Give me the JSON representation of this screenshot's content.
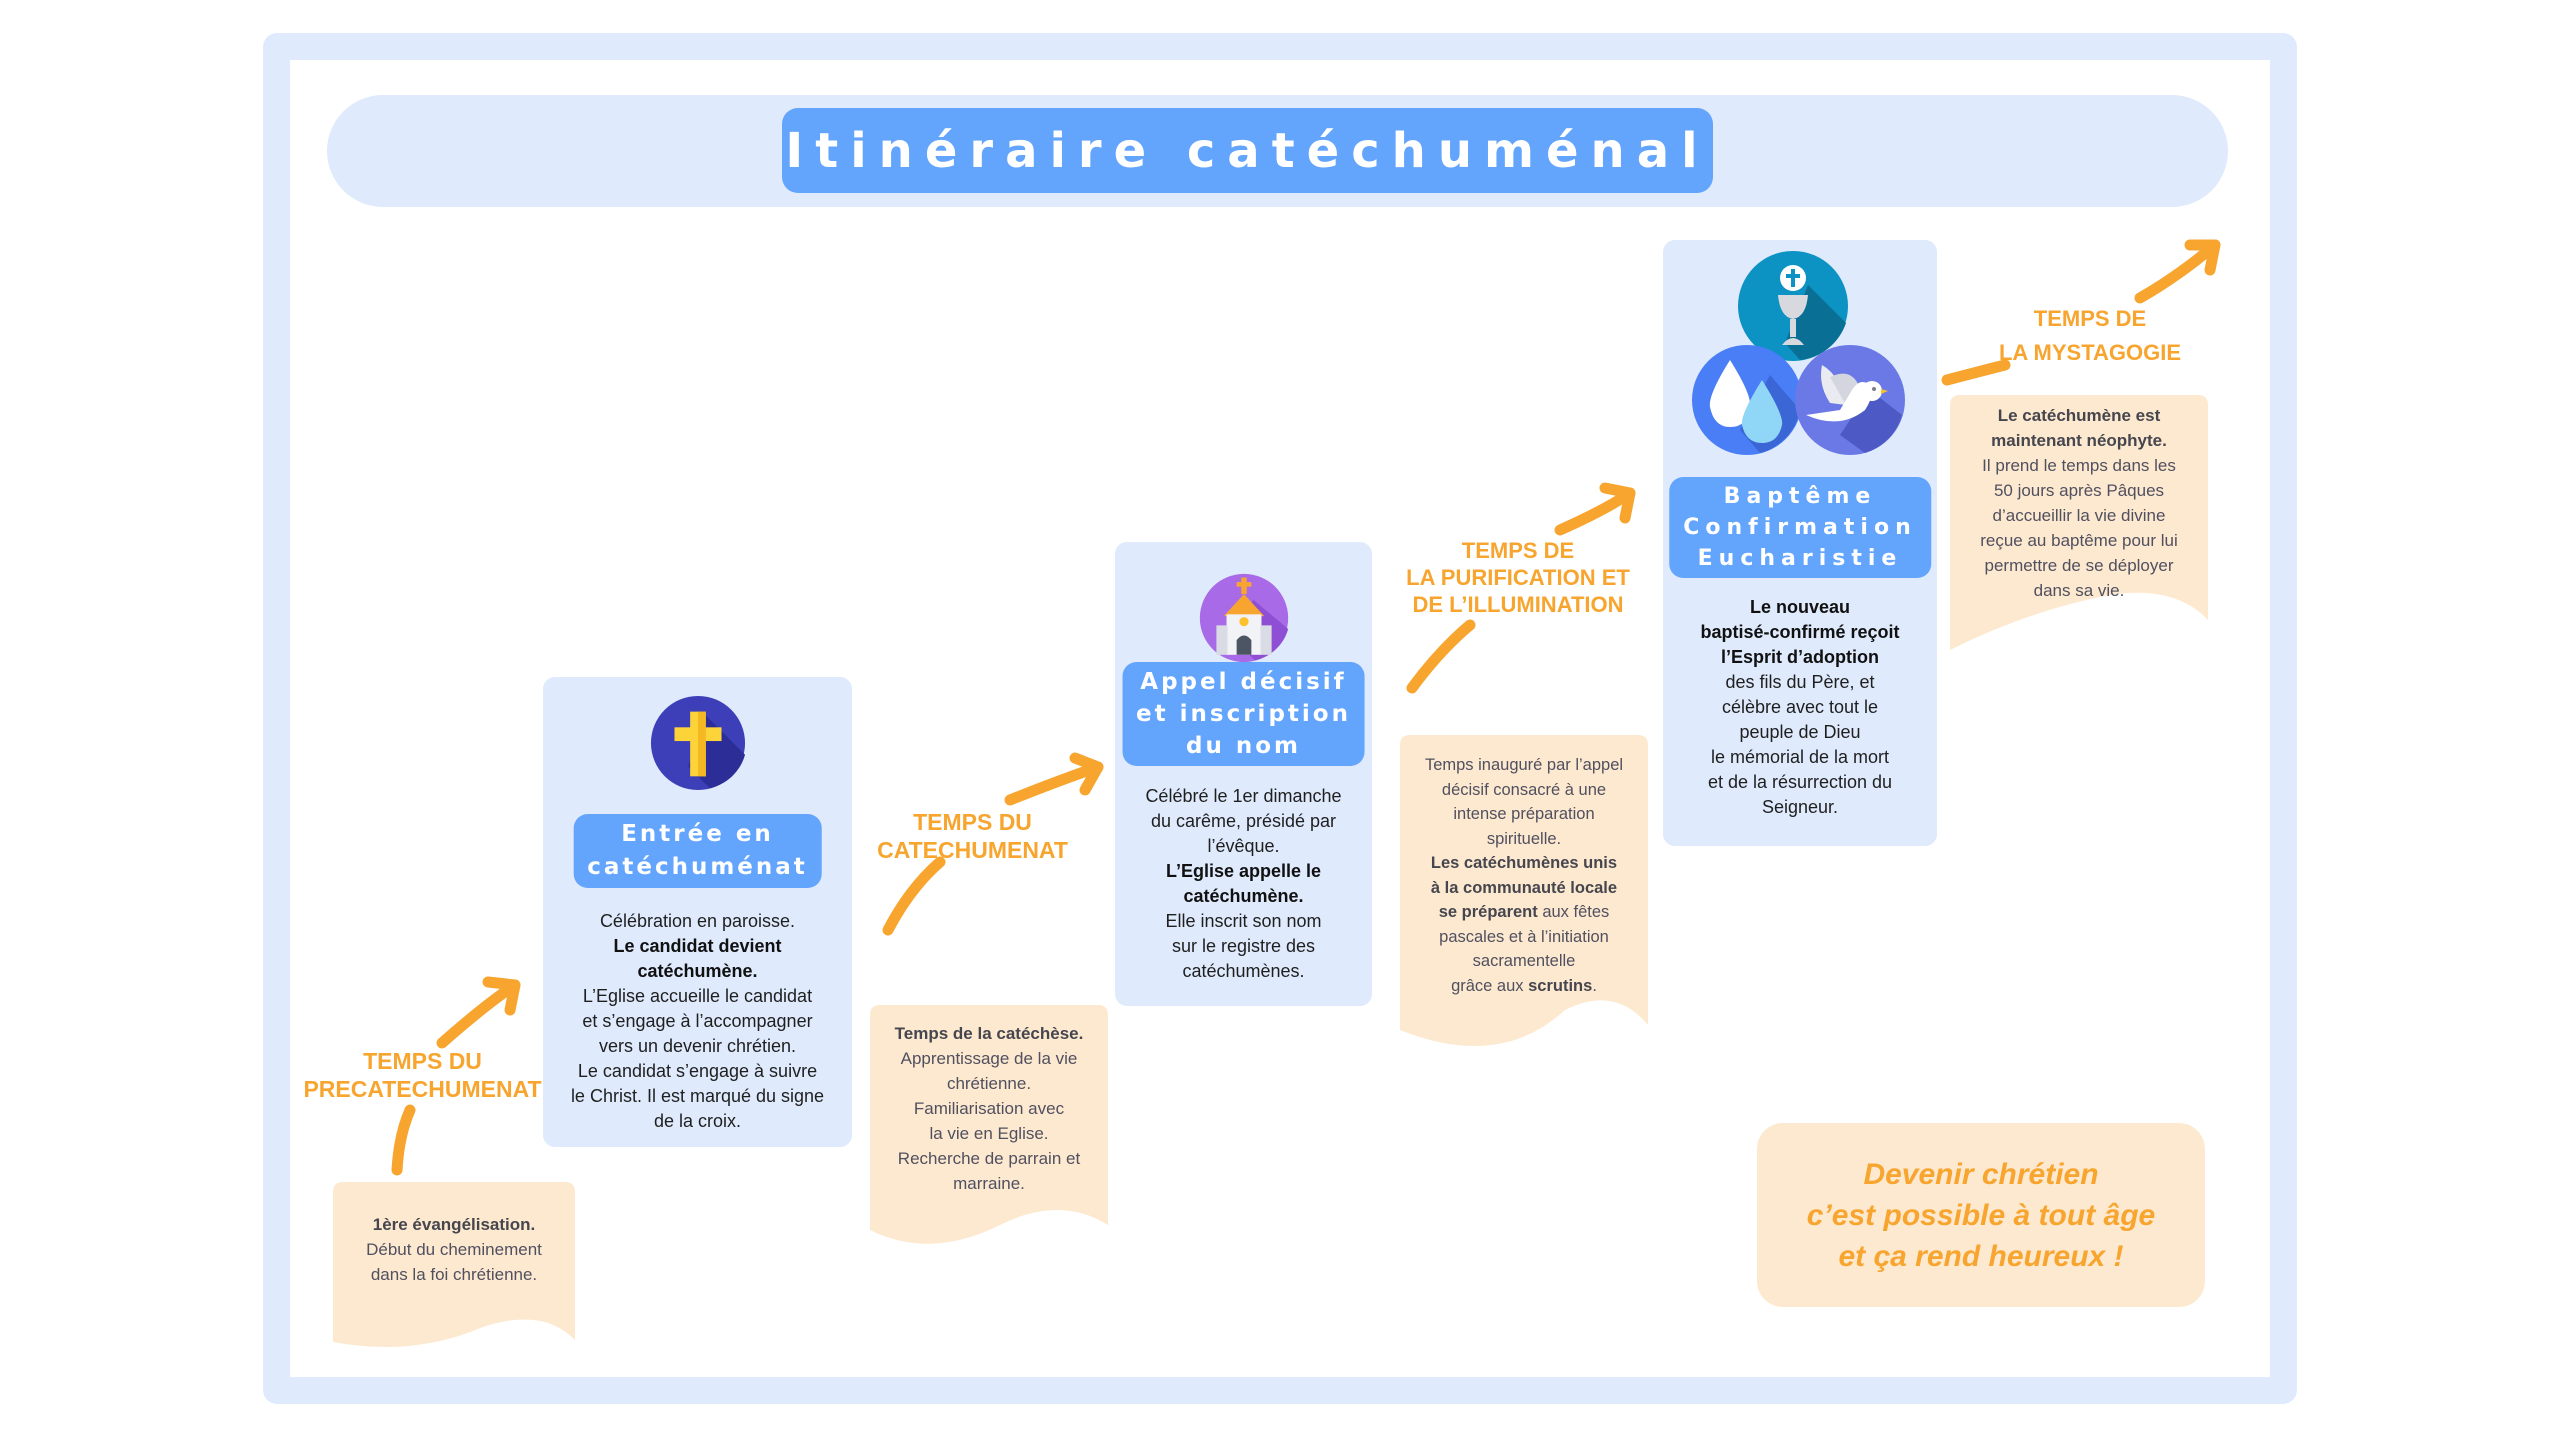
{
  "title": "Itinéraire catéchuménal",
  "colors": {
    "frame": "#dfeafc",
    "pill": "#63a4fd",
    "accent_orange": "#f7a52f",
    "note_bg": "#fde9cf"
  },
  "periods": [
    {
      "label_lines": [
        "TEMPS DU",
        "PRECATECHUMENAT"
      ]
    },
    {
      "label_lines": [
        "TEMPS DU",
        "CATECHUMENAT"
      ]
    },
    {
      "label_lines": [
        "TEMPS DE",
        "LA PURIFICATION ET",
        "DE L’ILLUMINATION"
      ]
    },
    {
      "label_lines": [
        "TEMPS DE",
        "LA MYSTAGOGIE"
      ]
    }
  ],
  "notes": [
    {
      "lines": [
        {
          "text": "1ère évangélisation.",
          "bold": true
        },
        {
          "text": "Début du cheminement"
        },
        {
          "text": "dans la foi chrétienne."
        }
      ]
    },
    {
      "lines": [
        {
          "text": "Temps de la catéchèse.",
          "bold": true
        },
        {
          "text": "Apprentissage de la vie"
        },
        {
          "text": "chrétienne."
        },
        {
          "text": "Familiarisation avec"
        },
        {
          "text": "la vie en Eglise."
        },
        {
          "text": "Recherche de parrain et"
        },
        {
          "text": "marraine."
        }
      ]
    },
    {
      "lines": [
        {
          "text": "Temps inauguré par l’appel"
        },
        {
          "text": "décisif consacré à une"
        },
        {
          "text": "intense préparation"
        },
        {
          "text": "spirituelle."
        },
        {
          "text": "Les catéchumènes unis",
          "bold": true
        },
        {
          "text": "à la communauté locale",
          "bold": true
        },
        {
          "parts": [
            {
              "text": "se préparent",
              "bold": true
            },
            {
              "text": " aux fêtes"
            }
          ]
        },
        {
          "text": "pascales et à l’initiation"
        },
        {
          "text": "sacramentelle"
        },
        {
          "parts": [
            {
              "text": "grâce aux "
            },
            {
              "text": "scrutins",
              "bold": true
            },
            {
              "text": "."
            }
          ]
        }
      ]
    },
    {
      "lines": [
        {
          "text": "Le catéchumène est",
          "bold": true
        },
        {
          "text": "maintenant néophyte.",
          "bold": true
        },
        {
          "text": "Il prend le temps dans les"
        },
        {
          "text": "50 jours après Pâques"
        },
        {
          "text": "d’accueillir la vie divine"
        },
        {
          "text": "reçue au baptême pour lui"
        },
        {
          "text": "permettre de se déployer"
        },
        {
          "text": "dans sa vie."
        }
      ]
    }
  ],
  "steps": [
    {
      "icon": "cross-icon",
      "title_lines": [
        "Entrée en",
        "catéchuménat"
      ],
      "lines": [
        {
          "text": "Célébration en paroisse."
        },
        {
          "text": "Le candidat devient",
          "bold": true
        },
        {
          "text": "catéchumène.",
          "bold": true
        },
        {
          "text": "L’Eglise accueille le candidat"
        },
        {
          "text": "et s’engage à l’accompagner"
        },
        {
          "text": "vers un devenir chrétien."
        },
        {
          "text": "Le candidat s’engage à suivre"
        },
        {
          "text": "le Christ. Il est marqué du signe"
        },
        {
          "text": "de la croix."
        }
      ]
    },
    {
      "icon": "church-icon",
      "title_lines": [
        "Appel décisif",
        "et inscription",
        "du nom"
      ],
      "lines": [
        {
          "text": "Célébré le 1er dimanche"
        },
        {
          "text": "du carême, présidé par"
        },
        {
          "text": "l’évêque."
        },
        {
          "text": "L’Eglise appelle le",
          "bold": true
        },
        {
          "text": "catéchumène.",
          "bold": true
        },
        {
          "text": "Elle inscrit son nom"
        },
        {
          "text": "sur le registre des"
        },
        {
          "text": "catéchumènes."
        }
      ]
    },
    {
      "icon": "sacraments-icon",
      "title_lines": [
        "Baptême",
        "Confirmation",
        "Eucharistie"
      ],
      "lines": [
        {
          "text": "Le nouveau",
          "bold": true
        },
        {
          "text": "baptisé-confirmé reçoit",
          "bold": true
        },
        {
          "text": "l’Esprit d’adoption",
          "bold": true
        },
        {
          "text": "des fils du Père, et"
        },
        {
          "text": "célèbre avec tout le"
        },
        {
          "text": "peuple de Dieu"
        },
        {
          "text": "le mémorial de la mort"
        },
        {
          "text": "et de la résurrection du"
        },
        {
          "text": "Seigneur."
        }
      ]
    }
  ],
  "slogan": {
    "lines": [
      "Devenir chrétien",
      "c’est possible à tout âge",
      "et ça rend heureux !"
    ]
  }
}
